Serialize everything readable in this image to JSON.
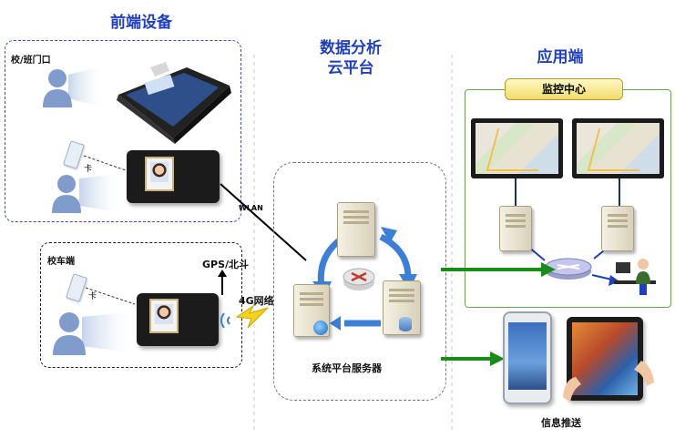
{
  "titles": {
    "frontend": "前端设备",
    "cloud": "数据分析\n云平台",
    "app": "应用端"
  },
  "labels": {
    "school_gate": "校/班门口",
    "school_bus": "校车端",
    "card_1": "卡",
    "card_2": "卡",
    "wlan": "WLAN",
    "gps": "GPS/北斗",
    "network_4g": "4G网络",
    "monitor_center": "监控中心",
    "server_platform": "系统平台服务器",
    "info_push": "信息推送"
  },
  "colors": {
    "title_blue": "#1f3fbf",
    "dashed_blue": "#3a4fb0",
    "arrow_green": "#1a8a1a",
    "cycle_blue": "#3c7fd6",
    "panel_green": "#6aa84f",
    "header_yellow": "#f6e98a"
  }
}
